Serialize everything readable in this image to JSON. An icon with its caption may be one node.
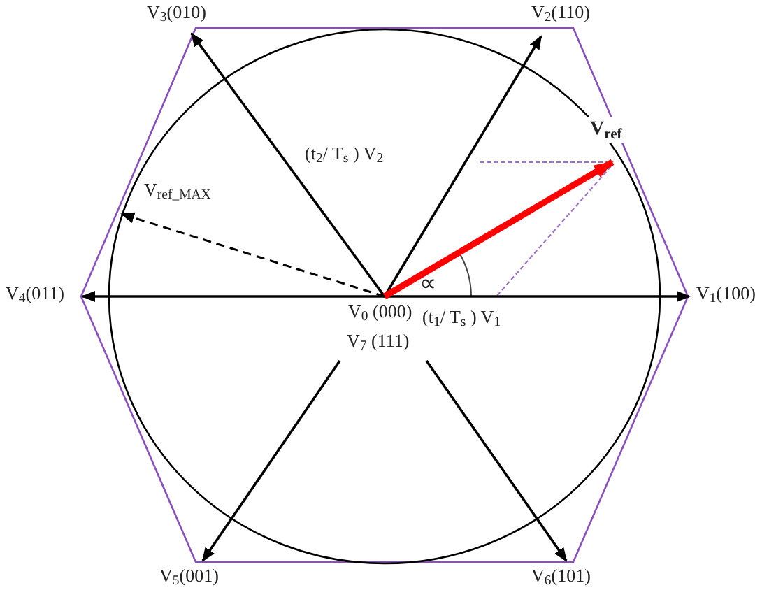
{
  "diagram": {
    "nodes": [
      {
        "text": [
          "V$_{0}$ (000)"
        ]
      },
      {
        "text": [
          "V$_{7}$ (111)"
        ]
      },
      {
        "text": [
          "V$_{1}$(100)"
        ]
      },
      {
        "text": [
          "V$_{2}$(110)"
        ]
      },
      {
        "text": [
          "V$_{3}$(010)"
        ]
      },
      {
        "text": [
          "V$_{4}$(011)"
        ]
      },
      {
        "text": [
          "V$_{5}$(001)"
        ]
      },
      {
        "text": [
          "V$_{6}$(101)"
        ]
      },
      {
        "text": [
          "V$_{ref}$"
        ]
      }
    ],
    "edges": [
      {
        "from": 0,
        "to": 2,
        "arrow": "to"
      },
      {
        "from": 0,
        "to": 3,
        "arrow": "to"
      },
      {
        "from": 0,
        "to": 4,
        "arrow": "to"
      },
      {
        "from": 0,
        "to": 5,
        "arrow": "to"
      },
      {
        "from": 1,
        "to": 6,
        "arrow": "to"
      },
      {
        "from": 1,
        "to": 7,
        "arrow": "to"
      },
      {
        "from": 0,
        "to": 8,
        "arrow": "to",
        "style": "thick",
        "color": "#ff0000"
      },
      {
        "from": 0,
        "to": null,
        "arrow": "to",
        "style": "dashed",
        "label": "V$_{ref_MAX}$"
      }
    ],
    "labels": [
      "(t$_{2}$/ T$_{s}$ ) V$_{2}$",
      "(t$_{1}$/ T$_{s}$ ) V$_{1}$",
      "∝"
    ]
  }
}
